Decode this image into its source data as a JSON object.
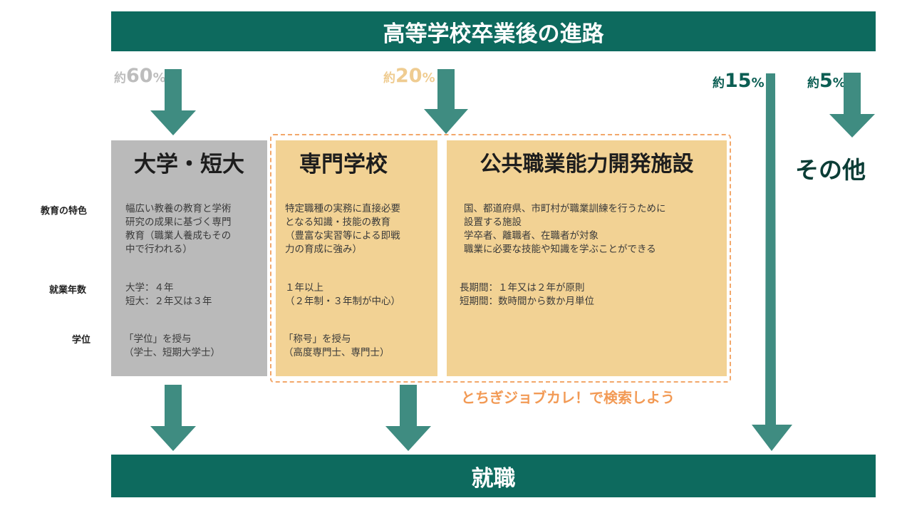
{
  "title": "高等学校卒業後の進路",
  "footer": "就職",
  "percentages": {
    "univ": {
      "prefix": "約",
      "number": "60",
      "unit": "%",
      "color": "#bdbdbd"
    },
    "senmon": {
      "prefix": "約",
      "number": "20",
      "unit": "%",
      "color": "#efcc91"
    },
    "kokyo": {
      "prefix": "約",
      "number": "15",
      "unit": "%",
      "color": "#0b5e53"
    },
    "other": {
      "prefix": "約",
      "number": "5",
      "unit": "%",
      "color": "#0b5e53"
    }
  },
  "row_labels": {
    "features": "教育の特色",
    "years": "就業年数",
    "degree": "学位"
  },
  "columns": {
    "univ": {
      "title": "大学・短大",
      "features": [
        "幅広い教養の教育と学術",
        "研究の成果に基づく専門",
        "教育（職業人養成もその",
        "中で行われる）"
      ],
      "years": [
        "大学：４年",
        "短大：２年又は３年"
      ],
      "degree": [
        "「学位」を授与",
        "（学士、短期大学士）"
      ]
    },
    "senmon": {
      "title": "専門学校",
      "features": [
        "特定職種の実務に直接必要",
        "となる知識・技能の教育",
        "（豊富な実習等による即戦",
        "力の育成に強み）"
      ],
      "years": [
        "１年以上",
        "（２年制・３年制が中心）"
      ],
      "degree": [
        "「称号」を授与",
        "（高度専門士、専門士）"
      ]
    },
    "kokyo": {
      "title": "公共職業能力開発施設",
      "features": [
        "国、都道府県、市町村が職業訓練を行うために",
        "設置する施設",
        "学卒者、離職者、在職者が対象",
        "職業に必要な技能や知識を学ぶことができる"
      ],
      "years": [
        "長期間：１年又は２年が原則",
        "短期間：数時間から数か月単位"
      ]
    },
    "other": {
      "title": "その他"
    }
  },
  "search_note": "とちぎジョブカレ！で検索しよう",
  "colors": {
    "banner": "#0d6a5e",
    "arrow": "#3f8c81",
    "univ_box": "#bababa",
    "orange_box": "#f2d294",
    "dashed_border": "#f2a76a",
    "search_note": "#f29a55"
  }
}
